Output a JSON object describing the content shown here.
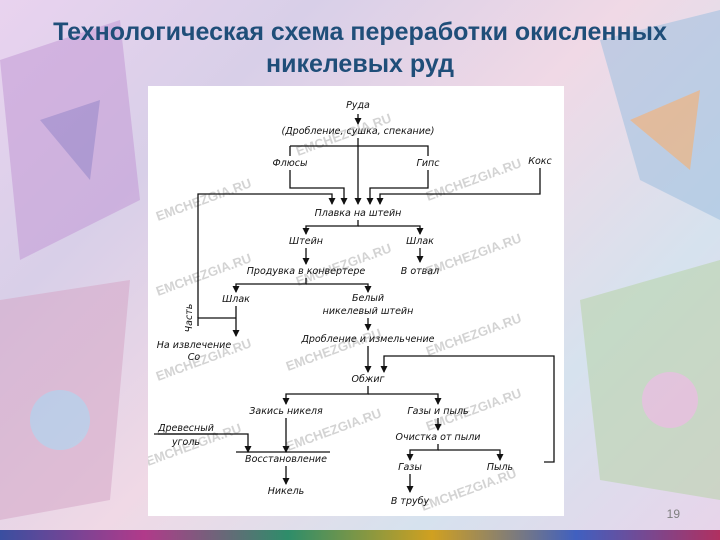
{
  "title": {
    "line1": "Технологическая схема переработки окисленных",
    "line2": "никелевых руд"
  },
  "page_number": "19",
  "watermark": "EMCHEZGIA.RU",
  "nodes": {
    "ore": "Руда",
    "prep": "(Дробление, сушка, спекание)",
    "fluxes": "Флюсы",
    "gypsum": "Гипс",
    "coke": "Кокс",
    "matte_smelting": "Плавка на штейн",
    "matte": "Штейн",
    "slag1": "Шлак",
    "dump": "В отвал",
    "part": "Часть",
    "converter": "Продувка в конвертере",
    "slag2": "Шлак",
    "white_matte_1": "Белый",
    "white_matte_2": "никелевый штейн",
    "co_recovery_1": "На извлечение",
    "co_recovery_2": "Co",
    "crushing": "Дробление и измельчение",
    "roasting": "Обжиг",
    "nickel_oxide": "Закись никеля",
    "gases_dust": "Газы и пыль",
    "charcoal_1": "Древесный",
    "charcoal_2": "уголь",
    "dust_cleaning": "Очистка от пыли",
    "reduction": "Восстановление",
    "gases": "Газы",
    "dust": "Пыль",
    "nickel": "Никель",
    "to_stack": "В трубу"
  }
}
